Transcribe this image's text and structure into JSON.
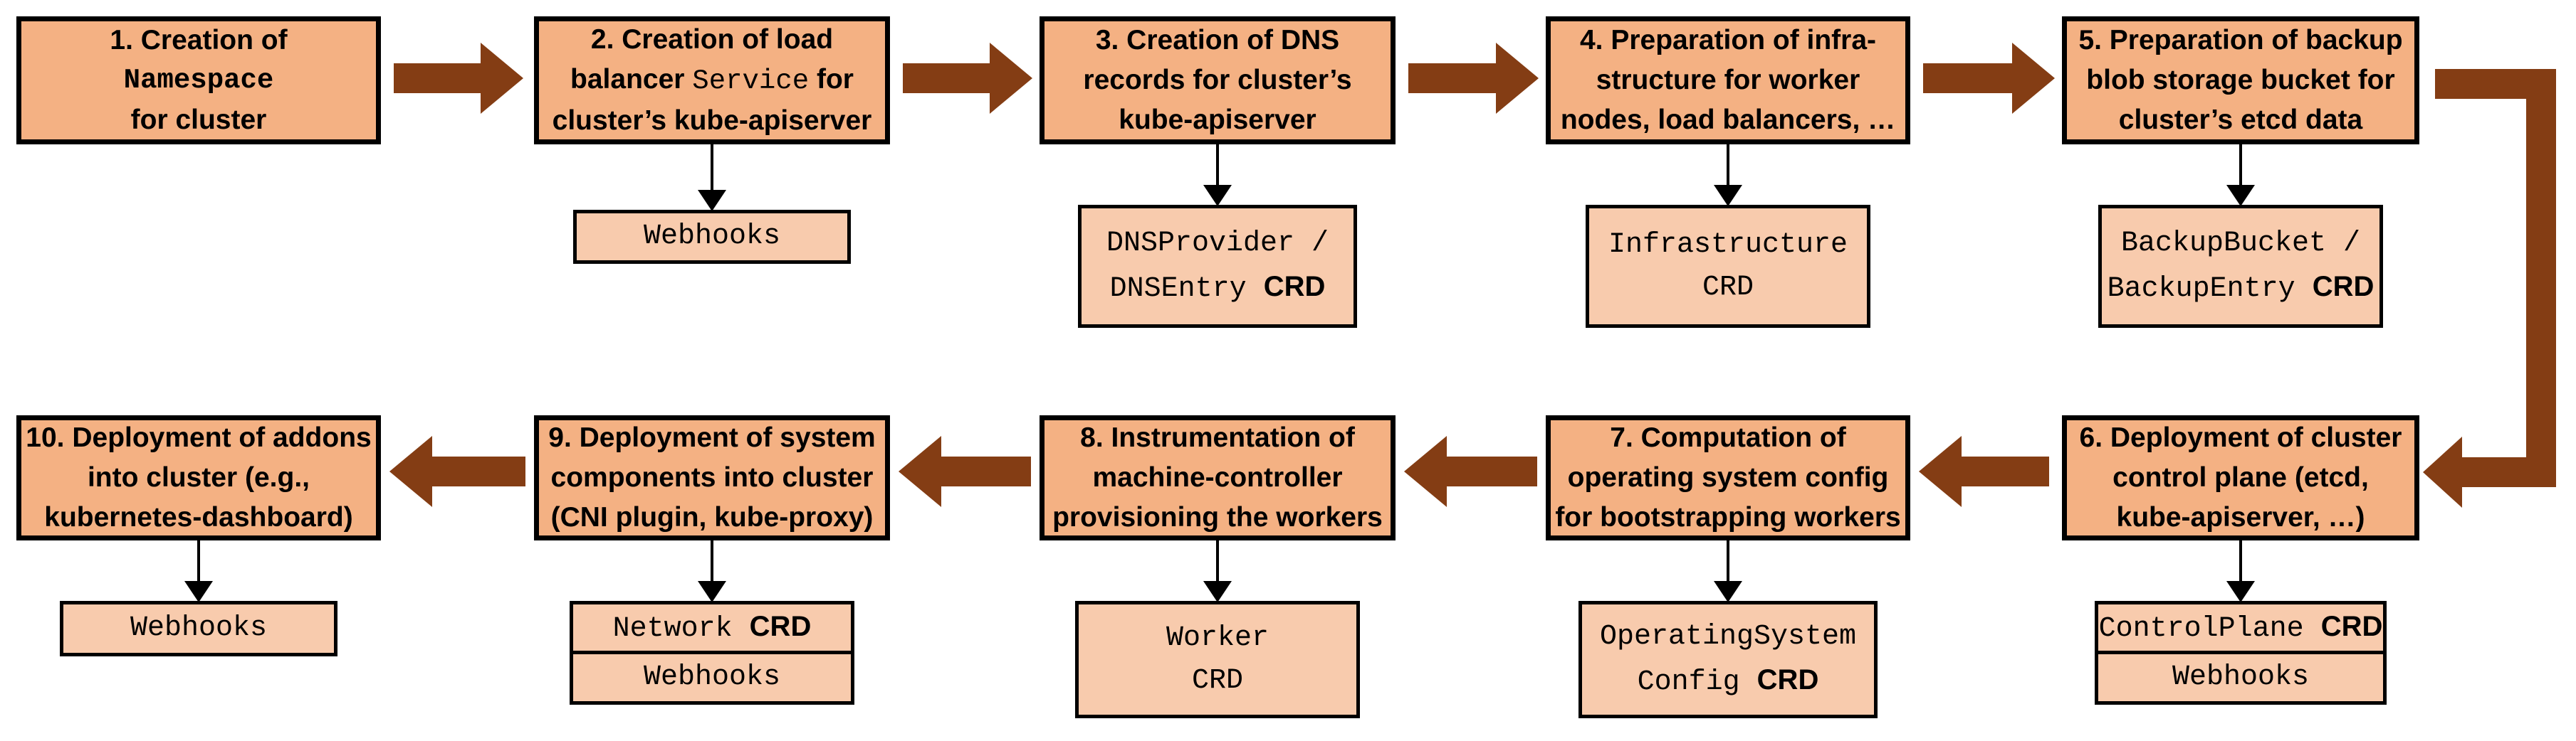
{
  "colors": {
    "step_fill": "#F4B183",
    "resource_fill": "#F8CBAD",
    "flow_arrow": "#843D14",
    "connector": "#000000",
    "border": "#000000"
  },
  "steps": [
    {
      "lines": [
        [
          "1. Creation of"
        ],
        [
          "Namespace"
        ],
        [
          "for cluster"
        ]
      ],
      "subs": []
    },
    {
      "lines": [
        [
          "2. Creation of load"
        ],
        [
          "balancer ",
          "Service",
          " for"
        ],
        [
          "cluster’s kube-apiserver"
        ]
      ],
      "subs": [
        {
          "lines": [
            [
              "Webhooks"
            ]
          ]
        }
      ]
    },
    {
      "lines": [
        [
          "3. Creation of DNS"
        ],
        [
          "records for cluster’s"
        ],
        [
          "kube-apiserver"
        ]
      ],
      "subs": [
        {
          "lines": [
            [
              "DNSProvider /"
            ],
            [
              "DNSEntry ",
              "CRD"
            ]
          ]
        }
      ]
    },
    {
      "lines": [
        [
          "4. Preparation of infra-"
        ],
        [
          "structure for worker"
        ],
        [
          "nodes, load balancers, …"
        ]
      ],
      "subs": [
        {
          "lines": [
            [
              "Infrastructure"
            ],
            [
              "CRD"
            ]
          ]
        }
      ]
    },
    {
      "lines": [
        [
          "5. Preparation of backup"
        ],
        [
          "blob storage bucket for"
        ],
        [
          "cluster’s etcd data"
        ]
      ],
      "subs": [
        {
          "lines": [
            [
              "BackupBucket /"
            ],
            [
              "BackupEntry ",
              "CRD"
            ]
          ]
        }
      ]
    },
    {
      "lines": [
        [
          "6. Deployment of cluster"
        ],
        [
          "control plane (etcd,"
        ],
        [
          "kube-apiserver, …)"
        ]
      ],
      "subs": [
        {
          "lines": [
            [
              "ControlPlane ",
              "CRD"
            ]
          ]
        },
        {
          "lines": [
            [
              "Webhooks"
            ]
          ]
        }
      ]
    },
    {
      "lines": [
        [
          "7. Computation of"
        ],
        [
          "operating system config"
        ],
        [
          "for bootstrapping workers"
        ]
      ],
      "subs": [
        {
          "lines": [
            [
              "OperatingSystem"
            ],
            [
              "Config ",
              "CRD"
            ]
          ]
        }
      ]
    },
    {
      "lines": [
        [
          "8. Instrumentation of"
        ],
        [
          "machine-controller"
        ],
        [
          "provisioning the workers"
        ]
      ],
      "subs": [
        {
          "lines": [
            [
              "Worker"
            ],
            [
              "CRD"
            ]
          ]
        }
      ]
    },
    {
      "lines": [
        [
          "9. Deployment of system"
        ],
        [
          "components into cluster"
        ],
        [
          "(CNI plugin, kube-proxy)"
        ]
      ],
      "subs": [
        {
          "lines": [
            [
              "Network ",
              "CRD"
            ]
          ]
        },
        {
          "lines": [
            [
              "Webhooks"
            ]
          ]
        }
      ]
    },
    {
      "lines": [
        [
          "10. Deployment of addons"
        ],
        [
          "into cluster (e.g.,"
        ],
        [
          "kubernetes-dashboard)"
        ]
      ],
      "subs": [
        {
          "lines": [
            [
              "Webhooks"
            ]
          ]
        }
      ]
    }
  ]
}
